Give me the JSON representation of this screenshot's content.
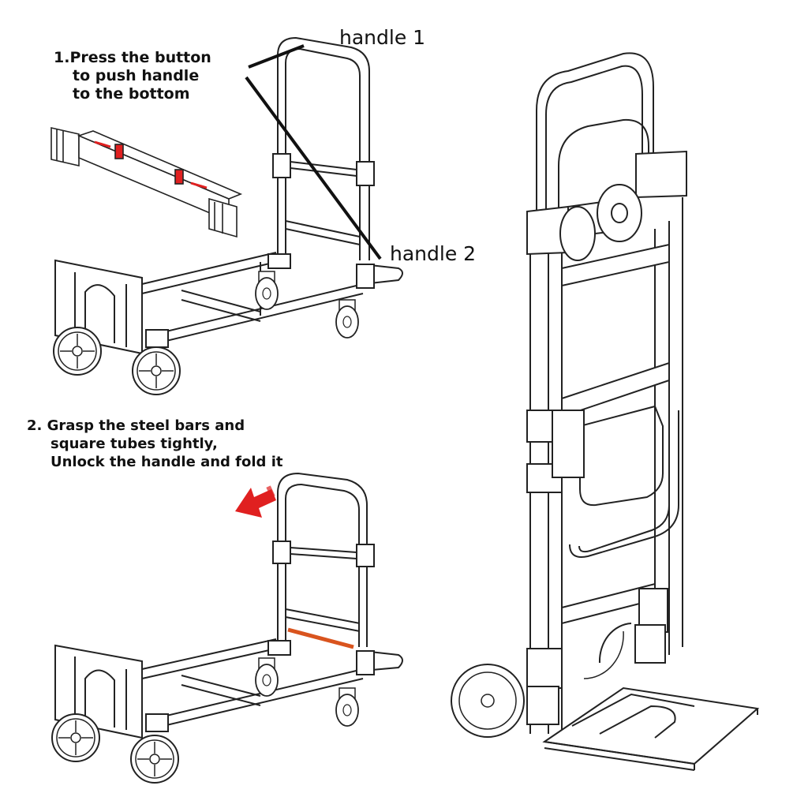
{
  "step1": {
    "line1": "1.Press the button",
    "line2": "to push handle",
    "line3": "to the bottom"
  },
  "step2": {
    "line1": "2. Grasp the steel bars and",
    "line2": "square tubes tightly,",
    "line3": "Unlock the handle and fold it"
  },
  "labels": {
    "handle1": "handle 1",
    "handle2": "handle 2"
  },
  "colors": {
    "line": "#222222",
    "accent_red": "#e02020",
    "accent_orange": "#d9541e",
    "background": "#ffffff"
  },
  "icons": {
    "arrow": "red-fold-direction-arrow",
    "pointer": "leader-line"
  }
}
